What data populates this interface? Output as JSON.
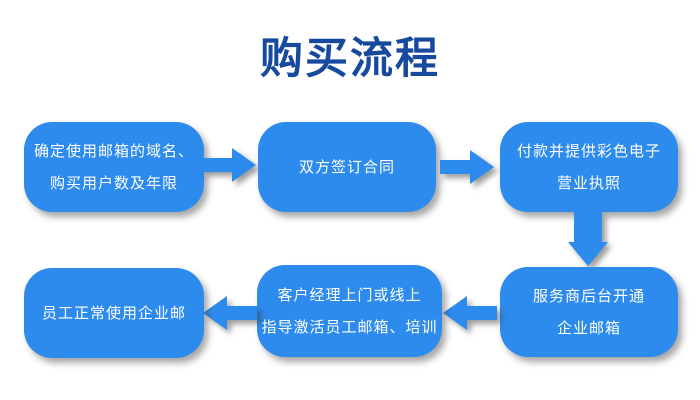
{
  "title": "购买流程",
  "colors": {
    "box_blue": "#2E8BEE",
    "title_blue": "#17499E",
    "box_text": "#FFFFFF"
  },
  "steps": [
    {
      "lines": [
        "确定使用邮箱的域名、",
        "购买用户数及年限"
      ]
    },
    {
      "lines": [
        "双方签订合同"
      ]
    },
    {
      "lines": [
        "付款并提供彩色电子",
        "营业执照"
      ]
    },
    {
      "lines": [
        "服务商后台开通",
        "企业邮箱"
      ]
    },
    {
      "lines": [
        "客户经理上门或线上",
        "指导激活员工邮箱、培训"
      ]
    },
    {
      "lines": [
        "员工正常使用企业邮"
      ]
    }
  ],
  "icons": {
    "arrow_right": "right-arrow",
    "arrow_down": "down-arrow",
    "arrow_left": "left-arrow"
  }
}
